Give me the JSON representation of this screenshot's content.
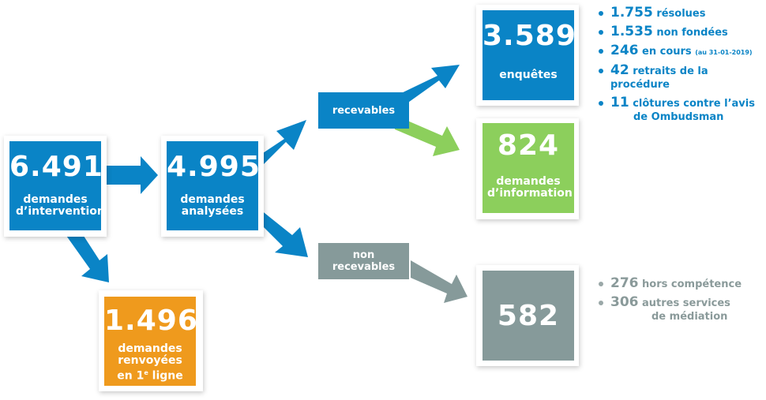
{
  "nodes": {
    "intervention": {
      "value": "6.491",
      "label": "demandes d’intervention"
    },
    "renvoyees": {
      "value": "1.496",
      "label_l1": "demandes",
      "label_l2": "renvoyées",
      "label_l3": "en 1",
      "label_sup": "e",
      "label_l3b": " ligne"
    },
    "analysees": {
      "value": "4.995",
      "label": "demandes analysées"
    },
    "recevables": {
      "label": "recevables"
    },
    "non_recevables": {
      "label": "non recevables"
    },
    "enquetes": {
      "value": "3.589",
      "label": "enquêtes"
    },
    "information": {
      "value": "824",
      "label": "demandes d’information"
    },
    "non_rec_total": {
      "value": "582"
    }
  },
  "enquetes_breakdown": [
    {
      "value": "1.755",
      "text": "résolues"
    },
    {
      "value": "1.535",
      "text": "non fondées"
    },
    {
      "value": "246",
      "text": "en cours",
      "note": "(au 31-01-2019)"
    },
    {
      "value": "42",
      "text": "retraits de la procédure"
    },
    {
      "value": "11",
      "text": "clôtures contre l’avis",
      "text2": "de Ombudsman"
    }
  ],
  "non_recevables_breakdown": [
    {
      "value": "276",
      "text": "hors compétence"
    },
    {
      "value": "306",
      "text": "autres services",
      "text2": "de médiation"
    }
  ],
  "colors": {
    "blue": "#0a84c6",
    "green": "#8ccf5c",
    "orange": "#ef9a1d",
    "gray": "#869a9a"
  }
}
